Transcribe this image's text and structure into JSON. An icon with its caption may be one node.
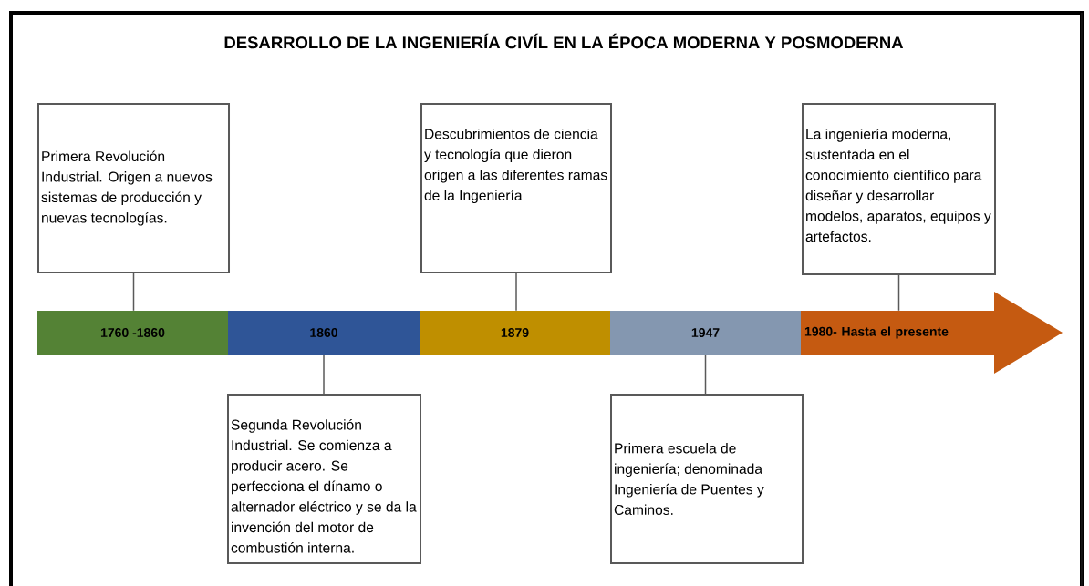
{
  "diagram": {
    "title": "DESARROLLO DE LA INGENIERÍA CIVÍL EN LA ÉPOCA MODERNA Y POSMODERNA",
    "nodes": [
      {
        "text": [
          "Primera Revolución Industrial. Origen a nuevos sistemas de producción y nuevas tecnologías."
        ]
      },
      {
        "text": [
          "Descubrimientos de ciencia  y tecnología que dieron origen a las diferentes ramas de la Ingeniería"
        ]
      },
      {
        "text": [
          "La ingeniería moderna, sustentada en el conocimiento científico para diseñar y desarrollar modelos, aparatos, equipos y artefactos."
        ]
      },
      {
        "text": [
          "1760 -1860"
        ]
      },
      {
        "text": [
          "1860"
        ]
      },
      {
        "text": [
          "1879"
        ]
      },
      {
        "text": [
          "1947"
        ]
      },
      {
        "text": [
          "1980- Hasta el presente"
        ]
      },
      {
        "text": [
          "Segunda Revolución Industrial. Se comienza a producir acero. Se perfecciona el dínamo o alternador eléctrico y se da la invención del motor de combustión interna."
        ]
      },
      {
        "text": [
          "Primera escuela de ingeniería; denominada Ingeniería de Puentes y Caminos."
        ]
      }
    ],
    "edges": [
      {
        "from": 0,
        "to": 3,
        "arrow": "none"
      },
      {
        "from": 1,
        "to": 5,
        "arrow": "none"
      },
      {
        "from": 2,
        "to": 7,
        "arrow": "none"
      },
      {
        "from": 4,
        "to": 8,
        "arrow": "none"
      },
      {
        "from": 6,
        "to": 9,
        "arrow": "none"
      }
    ]
  }
}
